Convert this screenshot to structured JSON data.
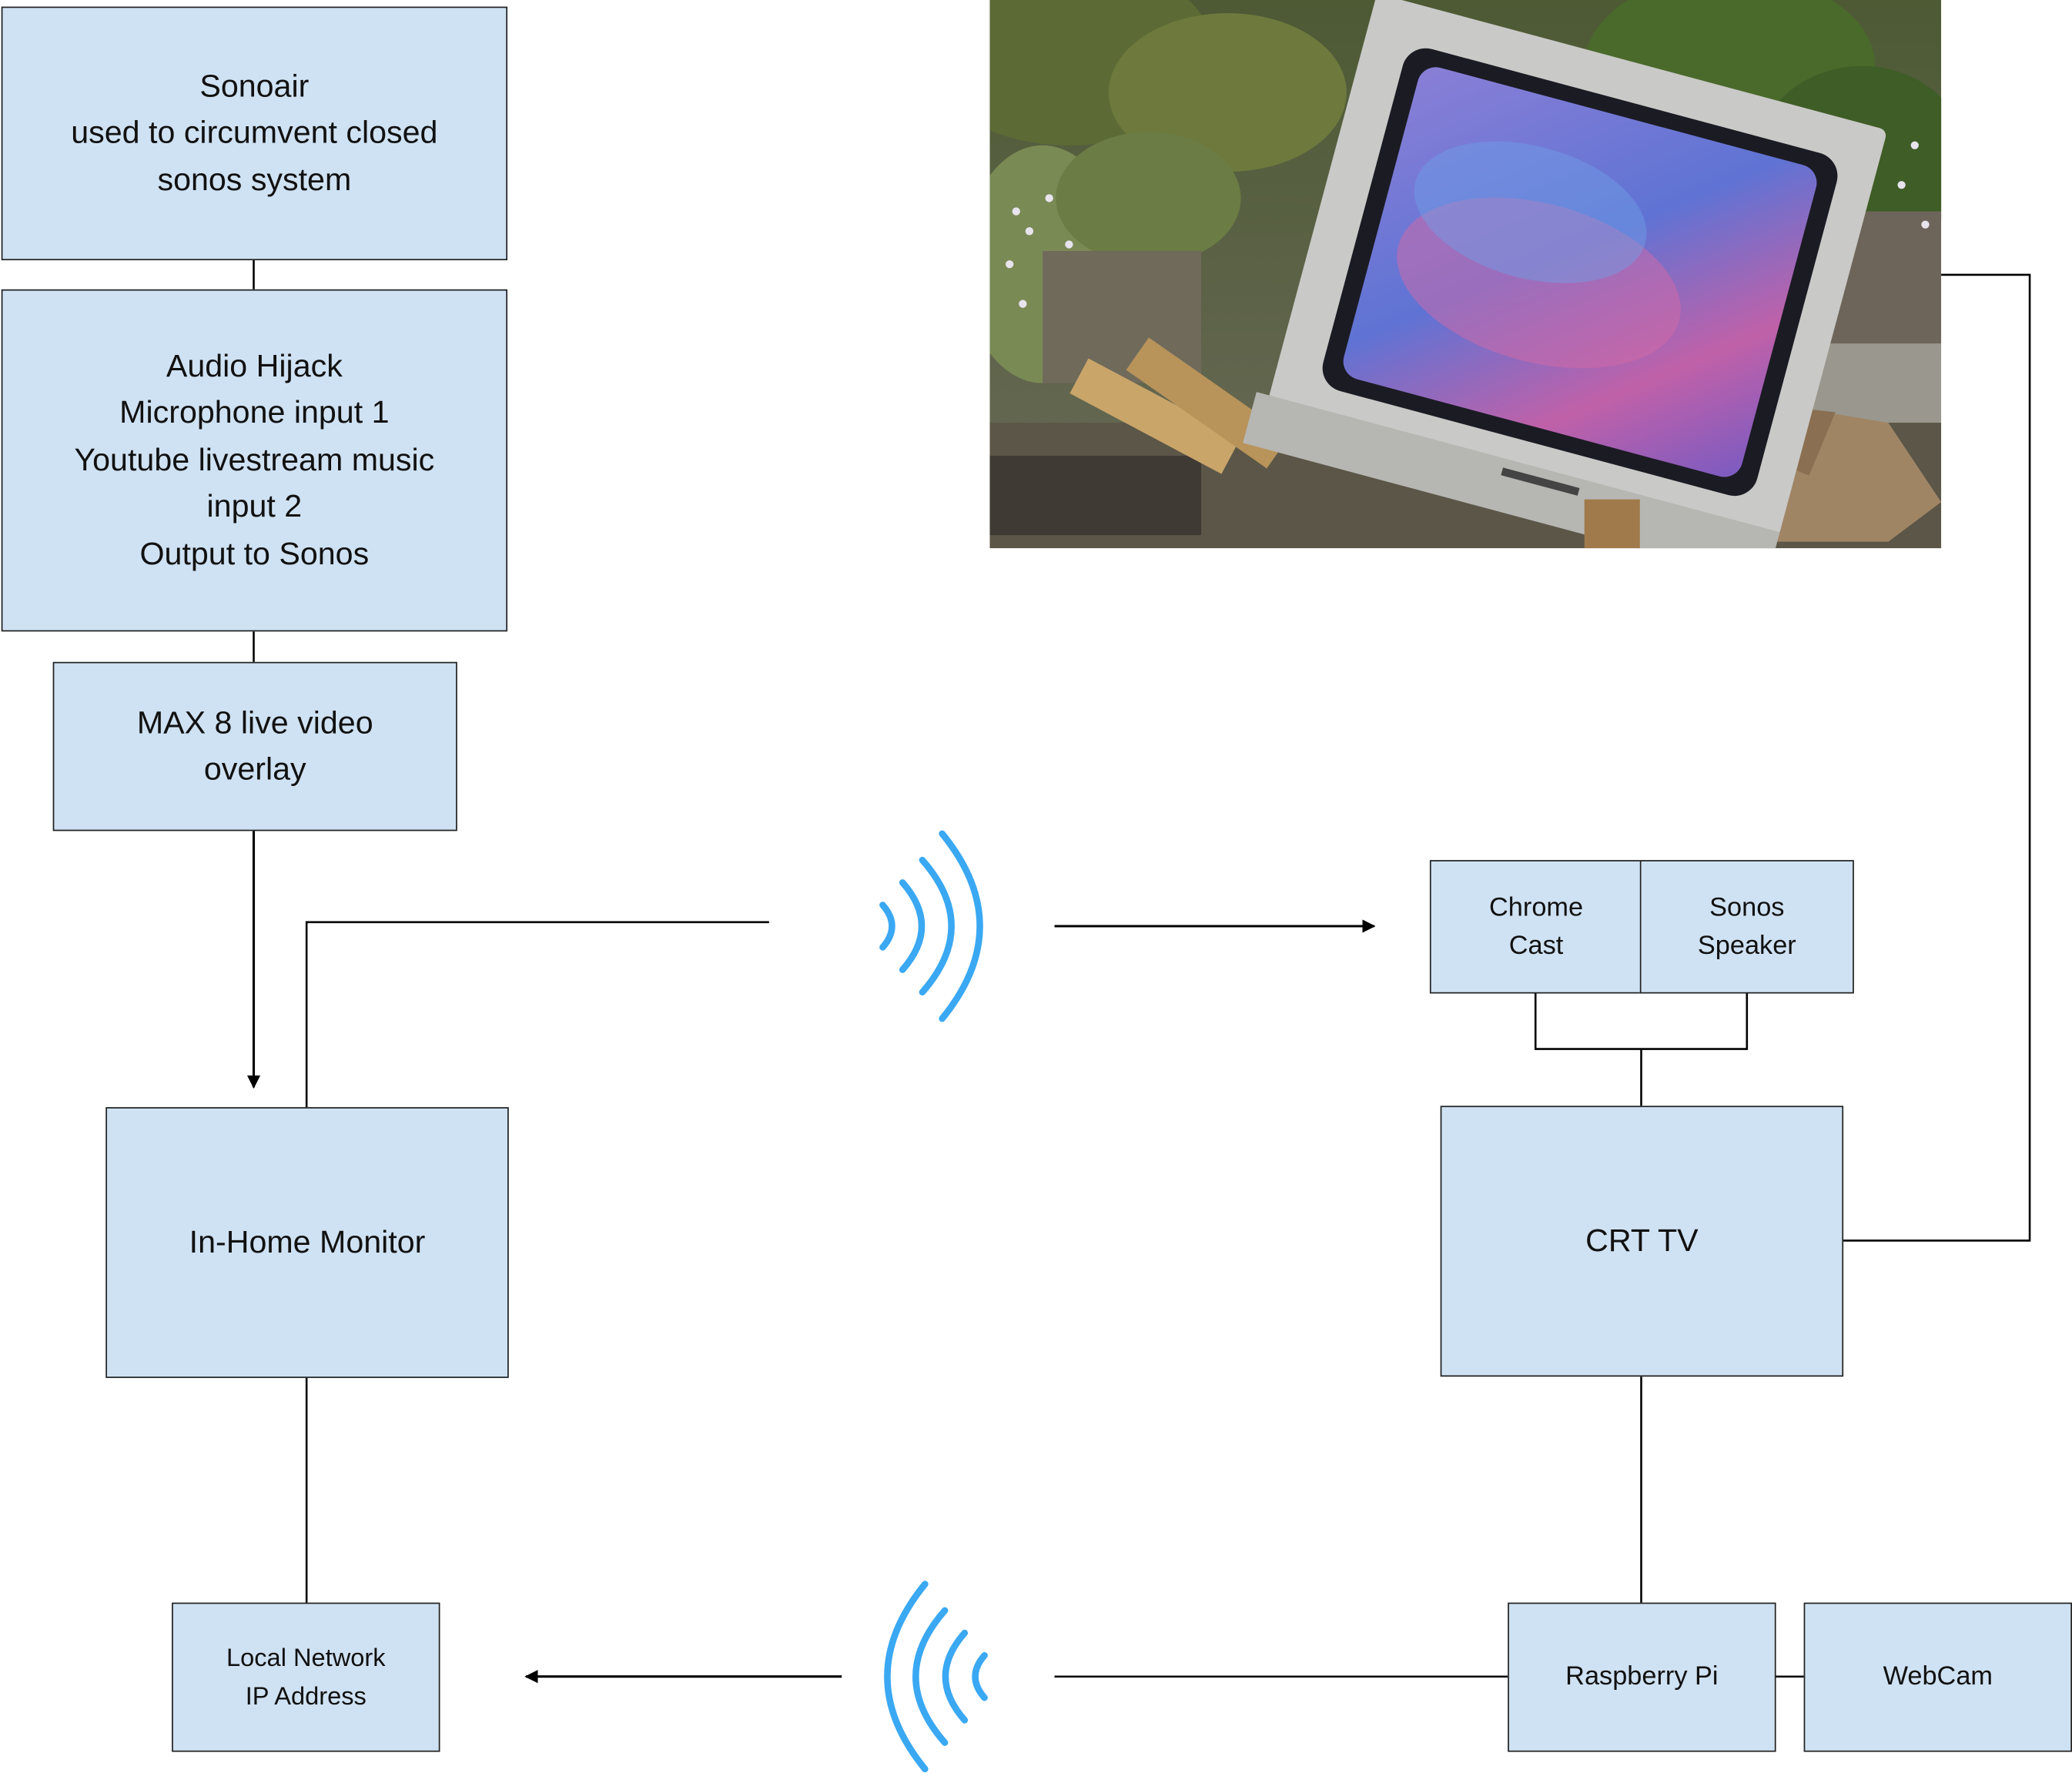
{
  "nodes": {
    "sonoair": "Sonoair\nused to circumvent closed\nsonos system",
    "audio_hijack": "Audio Hijack\nMicrophone input 1\nYoutube livestream music\ninput 2\nOutput to Sonos",
    "max8": "MAX 8 live video\noverlay",
    "in_home_monitor": "In-Home Monitor",
    "local_network": "Local Network\nIP Address",
    "chromecast": "Chrome\nCast",
    "sonos_speaker": "Sonos\nSpeaker",
    "crt_tv": "CRT TV",
    "raspberry_pi": "Raspberry Pi",
    "webcam": "WebCam"
  },
  "icons": {
    "wifi_top": "wifi-signal-right-icon",
    "wifi_bottom": "wifi-signal-left-icon",
    "photo": "crt-tv-photo"
  },
  "colors": {
    "box_fill": "#cfe2f3",
    "box_border": "#222222",
    "line": "#000000",
    "wifi": "#3aa8f2"
  }
}
